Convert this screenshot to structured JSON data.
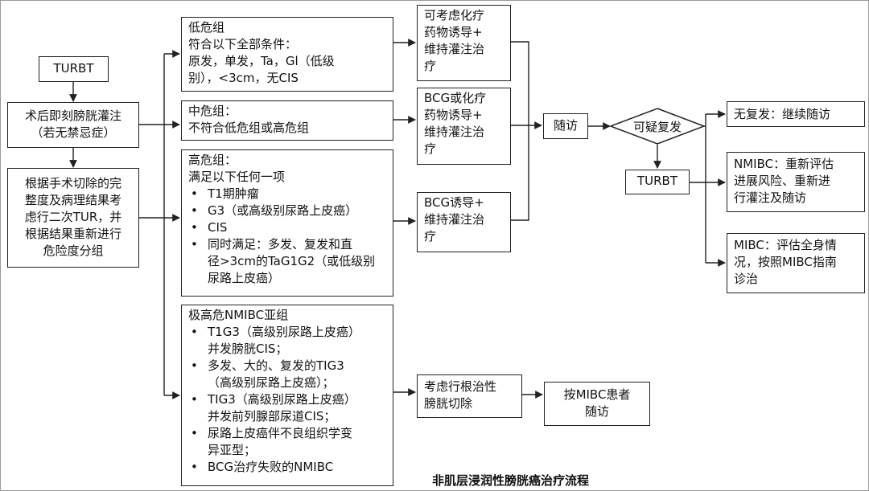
{
  "diagram": {
    "caption": "非肌层浸润性膀胱癌治疗流程",
    "turbt_initial": "TURBT",
    "instillation": [
      "术后即刻膀胱灌注",
      "（若无禁忌症）"
    ],
    "regrade": [
      "根据手术切除的完",
      "整度及病理结果考",
      "虑行二次TUR，并",
      "根据结果重新进行",
      "危险度分组"
    ],
    "low_risk": {
      "title": "低危组",
      "lines": [
        "符合以下全部条件：",
        "原发，单发，Ta，Gl（低级",
        "别），<3cm，无CIS"
      ]
    },
    "mid_risk": {
      "title": "中危组：",
      "lines": [
        "不符合低危组或高危组"
      ]
    },
    "high_risk": {
      "title": "高危组：",
      "lines": [
        "满足以下任何一项"
      ],
      "bullets": [
        [
          "T1期肿瘤"
        ],
        [
          "G3（或高级别尿路上皮癌）"
        ],
        [
          "CIS"
        ],
        [
          "同时满足：多发、复发和直",
          "径>3cm的TaG1G2（或低级别",
          "尿路上皮癌）"
        ]
      ]
    },
    "very_high_risk": {
      "title": "极高危NMIBC亚组",
      "bullets": [
        [
          "T1G3（高级别尿路上皮癌）",
          "并发膀胱CIS；"
        ],
        [
          "多发、大的、复发的TIG3",
          "（高级别尿路上皮癌）；"
        ],
        [
          "TIG3（高级别尿路上皮癌）",
          "并发前列腺部尿道CIS；"
        ],
        [
          "尿路上皮癌伴不良组织学变",
          "异亚型；"
        ],
        [
          "BCG治疗失败的NMIBC"
        ]
      ]
    },
    "tx_low": [
      "可考虑化疗",
      "药物诱导+",
      "维持灌注治",
      "疗"
    ],
    "tx_mid": [
      "BCG或化疗",
      "药物诱导+",
      "维持灌注治",
      "疗"
    ],
    "tx_high": [
      "BCG诱导+",
      "维持灌注治",
      "疗"
    ],
    "tx_very_high": [
      "考虑行根治性",
      "膀胱切除"
    ],
    "follow_mibc": [
      "按MIBC患者",
      "随访"
    ],
    "follow_up": "随访",
    "suspect_recurrence": "可疑复发",
    "turbt_recurrence": "TURBT",
    "outcome_none": "无复发：继续随访",
    "outcome_nmibc": [
      "NMIBC：重新评估",
      "进展风险、重新进",
      "行灌注及随访"
    ],
    "outcome_mibc": [
      "MIBC：评估全身情",
      "况，按照MIBC指南",
      "诊治"
    ]
  }
}
